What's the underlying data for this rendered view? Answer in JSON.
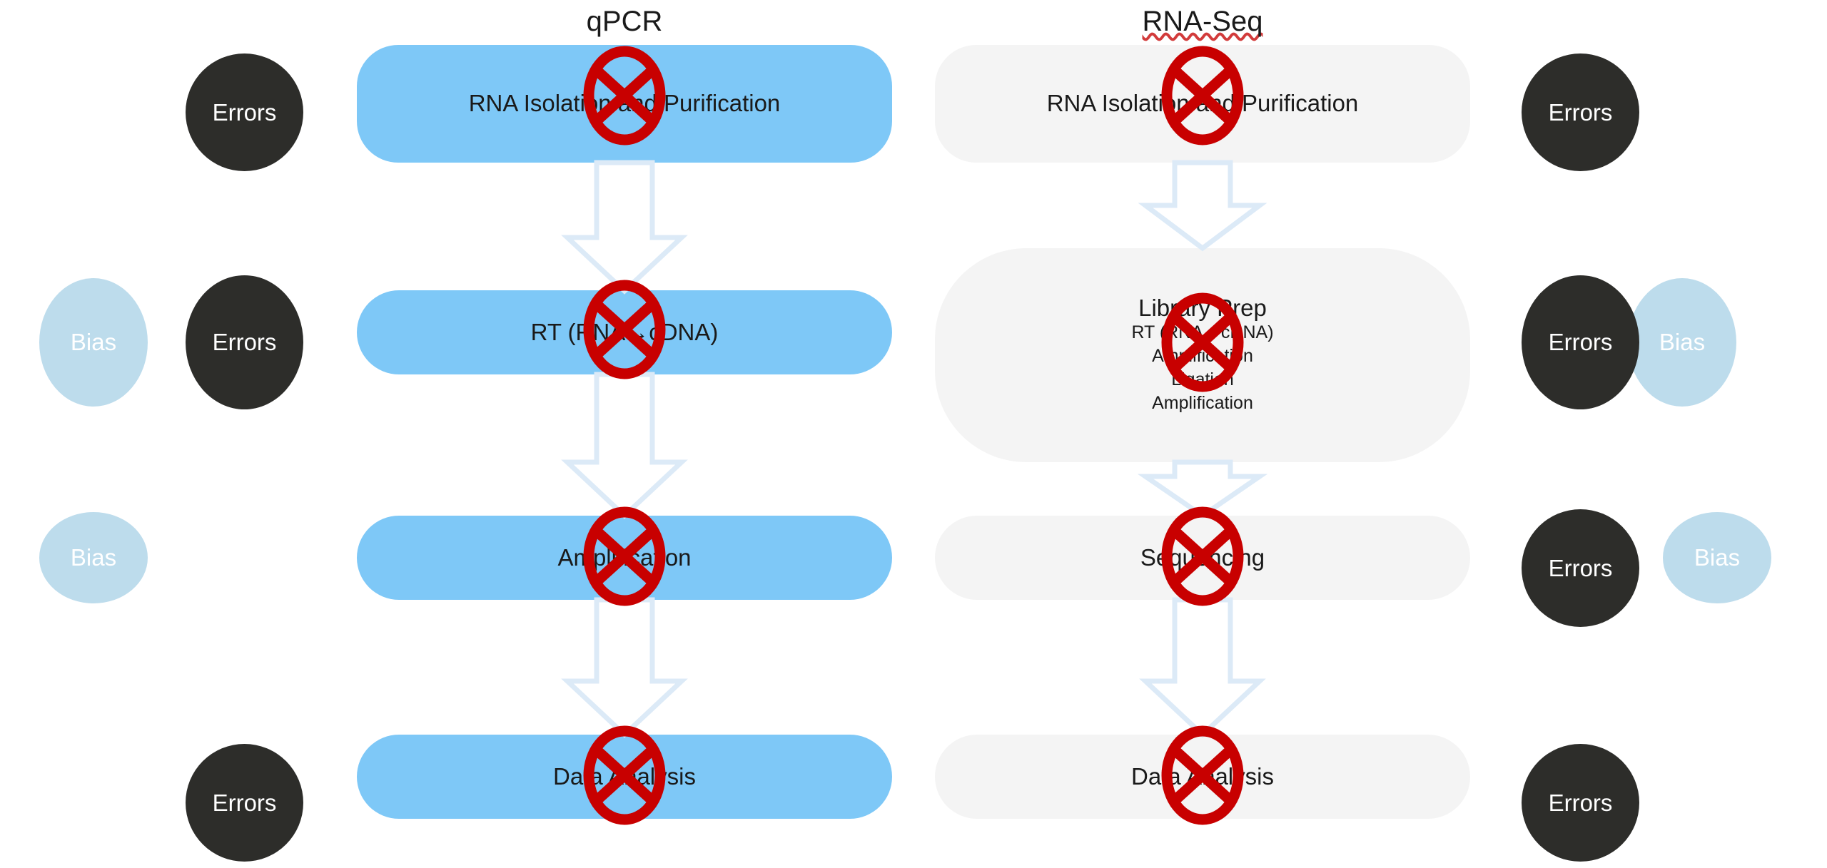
{
  "diagram": {
    "title_qpcr": "qPCR",
    "title_rnaseq": "RNA-Seq",
    "colors": {
      "qpcr_box": "#7EC8F7",
      "rnaseq_box": "#F4F4F4",
      "errors_ellipse": "#2D2D2A",
      "bias_ellipse": "#BDDCEC",
      "connector": "#DCEAF7",
      "ban_mark": "#C80000",
      "text": "#1A1A1A",
      "background": "#FFFFFF"
    },
    "annotations": {
      "errors_label": "Errors",
      "bias_label": "Bias"
    },
    "columns": [
      {
        "key": "qpcr",
        "title": "qPCR",
        "steps": [
          {
            "label": "RNA Isolation and Purification",
            "sub_steps": [],
            "blocked": true,
            "side_left": [
              "Errors"
            ],
            "side_right": []
          },
          {
            "label": "RT (RNA→cDNA)",
            "sub_steps": [],
            "blocked": true,
            "side_left": [
              "Bias",
              "Errors"
            ],
            "side_right": []
          },
          {
            "label": "Amplification",
            "sub_steps": [],
            "blocked": true,
            "side_left": [
              "Bias"
            ],
            "side_right": []
          },
          {
            "label": "Data Analysis",
            "sub_steps": [],
            "blocked": true,
            "side_left": [
              "Errors"
            ],
            "side_right": []
          }
        ]
      },
      {
        "key": "rnaseq",
        "title": "RNA-Seq",
        "steps": [
          {
            "label": "RNA Isolation and Purification",
            "sub_steps": [],
            "blocked": true,
            "side_left": [],
            "side_right": [
              "Errors"
            ]
          },
          {
            "label": "Library Prep",
            "sub_steps": [
              "RT (RNA→cDNA)",
              "Amplification",
              "Ligation",
              "Amplification"
            ],
            "blocked": true,
            "side_left": [],
            "side_right": [
              "Errors",
              "Bias"
            ]
          },
          {
            "label": "Sequencing",
            "sub_steps": [],
            "blocked": true,
            "side_left": [],
            "side_right": [
              "Errors",
              "Bias"
            ]
          },
          {
            "label": "Data Analysis",
            "sub_steps": [],
            "blocked": true,
            "side_left": [],
            "side_right": [
              "Errors"
            ]
          }
        ]
      }
    ],
    "cells": {
      "q_r1": "RNA Isolation and Purification",
      "q_r2": "RT (RNA→cDNA)",
      "q_r3": "Amplification",
      "q_r4": "Data Analysis",
      "s_r1": "RNA Isolation and Purification",
      "s_r2_title": "Library Prep",
      "s_r2_l1": "RT (RNA→cDNA)",
      "s_r2_l2": "Amplification",
      "s_r2_l3": "Ligation",
      "s_r2_l4": "Amplification",
      "s_r3": "Sequencing",
      "s_r4": "Data Analysis"
    },
    "ellipse_labels": {
      "q1_errors": "Errors",
      "q2_bias": "Bias",
      "q2_errors": "Errors",
      "q3_bias": "Bias",
      "q4_errors": "Errors",
      "s1_errors": "Errors",
      "s2_errors": "Errors",
      "s2_bias": "Bias",
      "s3_errors": "Errors",
      "s3_bias": "Bias",
      "s4_errors": "Errors"
    }
  }
}
